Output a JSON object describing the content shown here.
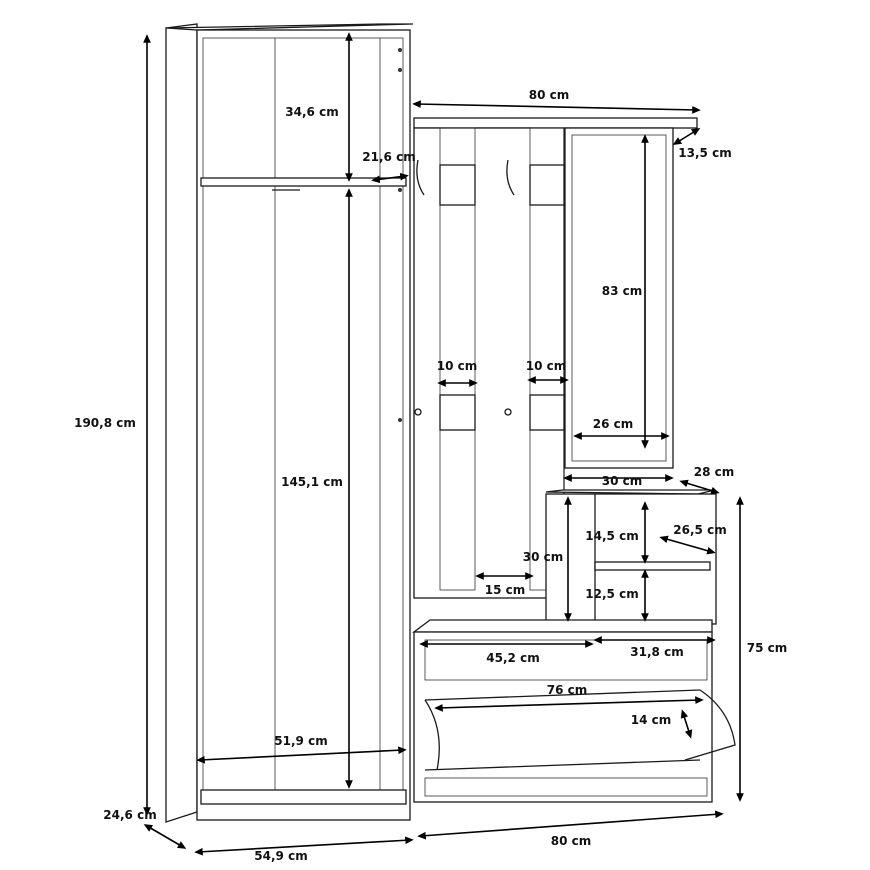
{
  "dimensions": {
    "total_height": "190,8 cm",
    "upper_compartment_height": "34,6 cm",
    "shelf_depth": "21,6 cm",
    "top_shelf_width": "80 cm",
    "top_shelf_depth": "13,5 cm",
    "mirror_height": "83 cm",
    "hook_panel_width_left": "10 cm",
    "hook_panel_width_right": "10 cm",
    "mirror_inner_width": "26 cm",
    "wardrobe_lower_height": "145,1 cm",
    "shelf_unit_width": "30 cm",
    "shelf_unit_depth": "28 cm",
    "shelf_upper_height": "14,5 cm",
    "shelf_inner_depth": "26,5 cm",
    "back_panel_gap_height": "30 cm",
    "back_panel_gap_width": "15 cm",
    "shelf_lower_height": "12,5 cm",
    "lower_unit_height": "75 cm",
    "bench_left_width": "45,2 cm",
    "bench_right_width": "31,8 cm",
    "shoe_cabinet_inner_width": "76 cm",
    "shoe_flap_depth": "14 cm",
    "wardrobe_inner_width": "51,9 cm",
    "wardrobe_depth": "24,6 cm",
    "wardrobe_width": "54,9 cm",
    "lower_unit_width": "80 cm"
  }
}
